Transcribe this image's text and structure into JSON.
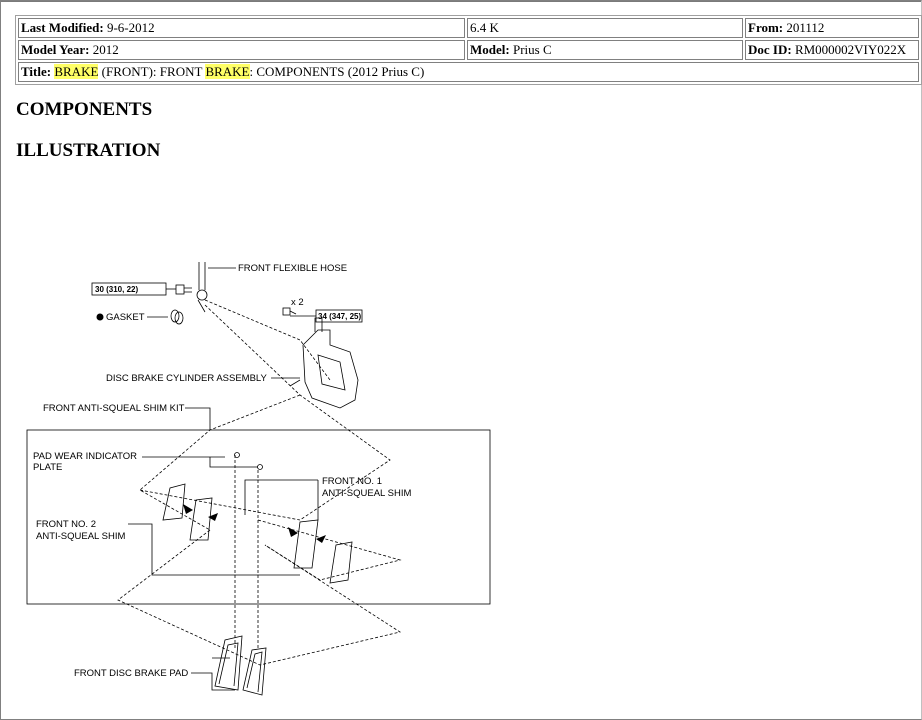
{
  "header": {
    "last_modified_label": "Last Modified:",
    "last_modified_value": "9-6-2012",
    "size": "6.4 K",
    "from_label": "From:",
    "from_value": "201112",
    "model_year_label": "Model Year:",
    "model_year_value": "2012",
    "model_label": "Model:",
    "model_value": "Prius C",
    "doc_id_label": "Doc ID:",
    "doc_id_value": "RM000002VIY022X",
    "title_label": "Title:",
    "title_part1": "BRAKE",
    "title_part2": " (FRONT): FRONT ",
    "title_part3": "BRAKE",
    "title_part4": ": COMPONENTS (2012 Prius C)"
  },
  "headings": {
    "components": "COMPONENTS",
    "illustration": "ILLUSTRATION"
  },
  "diagram": {
    "labels": {
      "front_flexible_hose": "FRONT FLEXIBLE HOSE",
      "torque_1": "30 (310, 22)",
      "gasket": "GASKET",
      "times_2": "x 2",
      "torque_2": "34 (347, 25)",
      "disc_brake_cylinder": "DISC BRAKE CYLINDER ASSEMBLY",
      "shim_kit": "FRONT ANTI-SQUEAL SHIM KIT",
      "pad_wear_1": "PAD WEAR INDICATOR",
      "pad_wear_2": "PLATE",
      "front_no1_1": "FRONT NO. 1",
      "front_no1_2": "ANTI-SQUEAL SHIM",
      "front_no2_1": "FRONT NO. 2",
      "front_no2_2": "ANTI-SQUEAL SHIM",
      "disc_brake_pad": "FRONT DISC BRAKE PAD"
    }
  }
}
